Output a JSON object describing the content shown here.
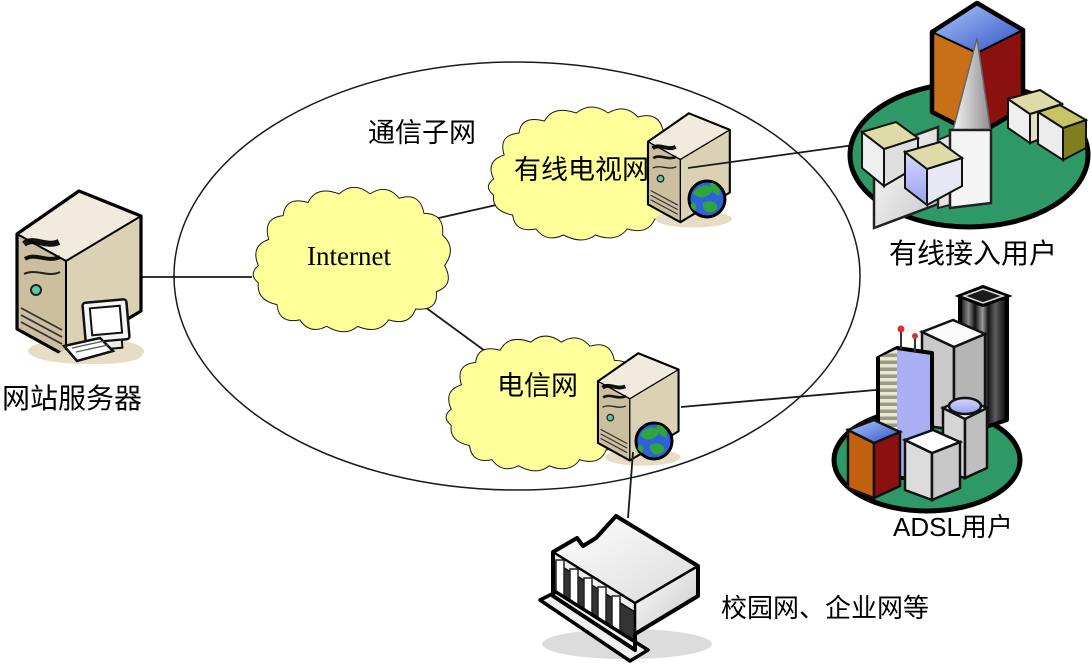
{
  "diagram": {
    "subnet": {
      "label": "通信子网"
    },
    "clouds": [
      {
        "id": "internet",
        "label": "Internet"
      },
      {
        "id": "catv",
        "label": "有线电视网"
      },
      {
        "id": "telecom",
        "label": "电信网"
      }
    ],
    "endpoints": [
      {
        "id": "web-server",
        "label": "网站服务器",
        "icon": "server-tower-with-desktop-pc"
      },
      {
        "id": "cable-users",
        "label": "有线接入用户",
        "icon": "town-on-green-island"
      },
      {
        "id": "adsl-users",
        "label": "ADSL用户",
        "icon": "city-skyscrapers-on-green-island"
      },
      {
        "id": "campus",
        "label": "校园网、企业网等",
        "icon": "columned-institution-building"
      }
    ],
    "gateways": [
      {
        "id": "catv-gateway",
        "icon": "server-with-globe"
      },
      {
        "id": "telecom-gateway",
        "icon": "server-with-globe"
      }
    ],
    "links": [
      {
        "from": "web-server",
        "to": "internet"
      },
      {
        "from": "internet",
        "to": "catv"
      },
      {
        "from": "internet",
        "to": "telecom"
      },
      {
        "from": "catv-gateway",
        "to": "cable-users"
      },
      {
        "from": "telecom-gateway",
        "to": "adsl-users"
      },
      {
        "from": "telecom-gateway",
        "to": "campus"
      }
    ]
  },
  "colors": {
    "background": "#FFFFFF",
    "cloud_fill": "#FFFF99",
    "island_green": "#2E9966",
    "server_beige": "#DBD2B6",
    "globe_blue": "#2E62D9",
    "globe_land_green": "#2FA63C",
    "outline_black": "#000000"
  }
}
